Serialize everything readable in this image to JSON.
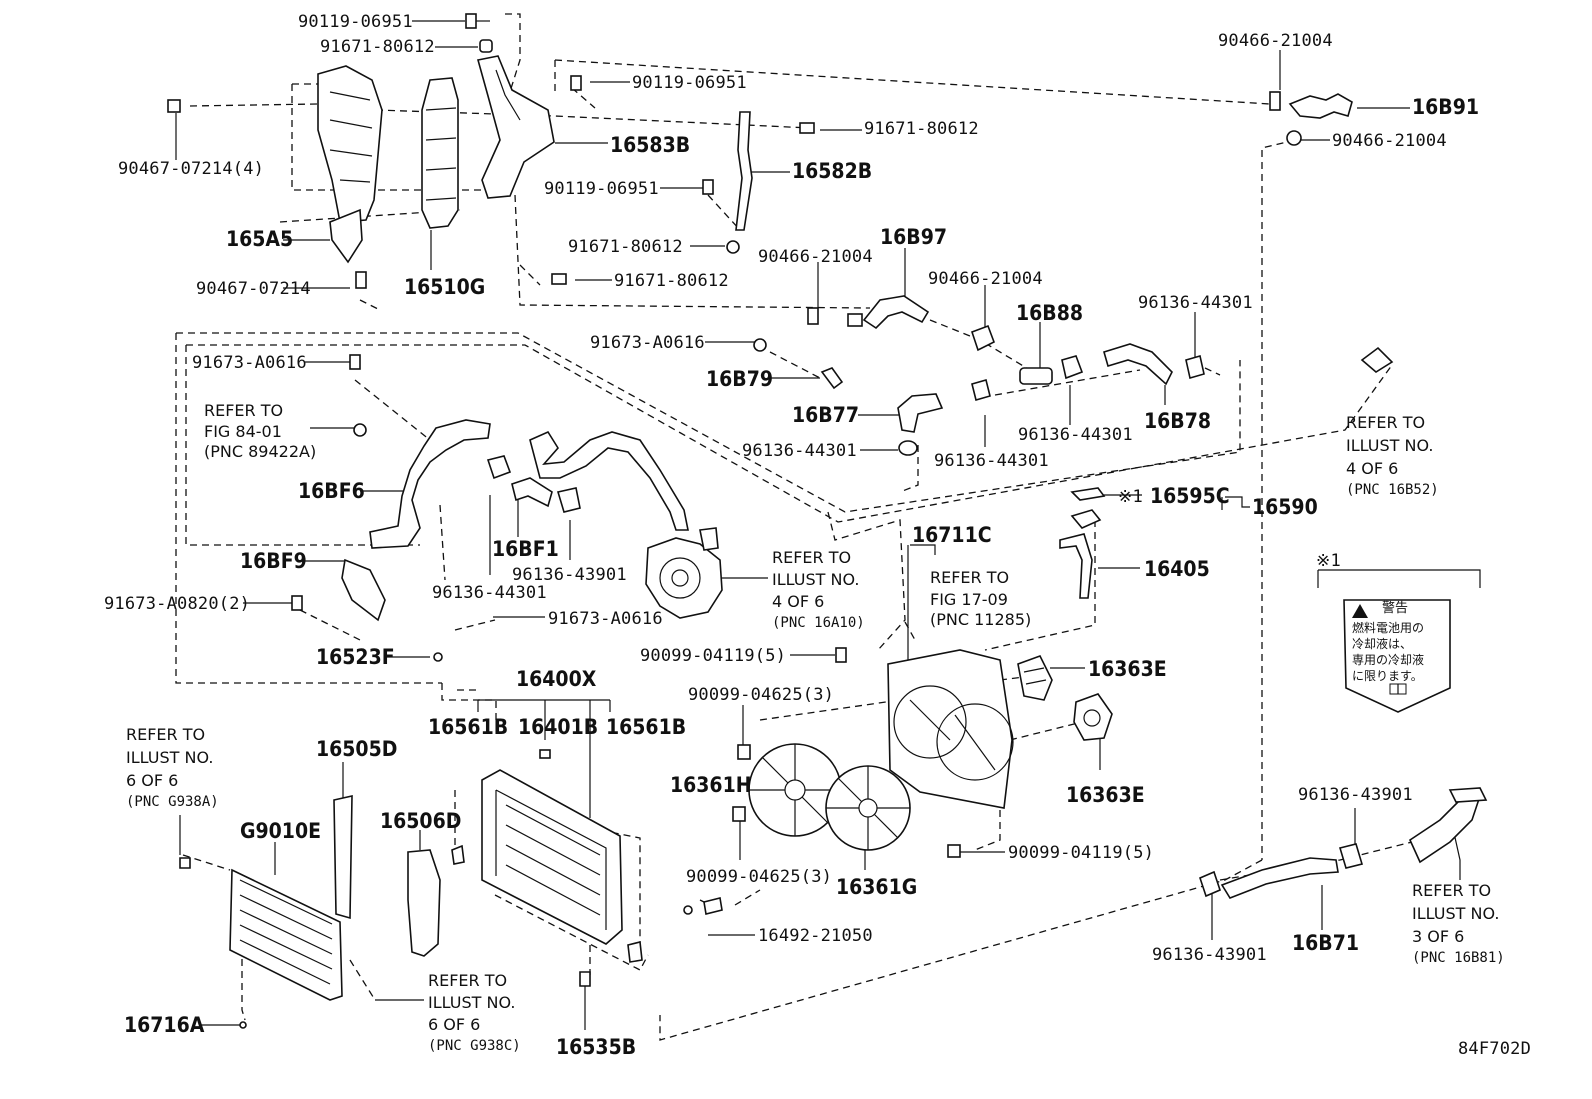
{
  "diagram_id": "84F702D",
  "callouts": {
    "c01": "90119-06951",
    "c02": "91671-80612",
    "c03": "90467-07214(4)",
    "c04": "16583B",
    "c05": "165A5",
    "c06": "90467-07214",
    "c07": "16510G",
    "c08": "90119-06951",
    "c09": "91671-80612",
    "c10": "16582B",
    "c11": "90119-06951",
    "c12": "91671-80612",
    "c13": "91671-80612",
    "c14": "90466-21004",
    "c15": "16B91",
    "c16": "90466-21004",
    "c17": "16B97",
    "c18": "90466-21004",
    "c19": "90466-21004",
    "c20": "16B88",
    "c21": "96136-44301",
    "c22": "91673-A0616",
    "c23": "16B79",
    "c24": "16B77",
    "c25": "96136-44301",
    "c26": "96136-44301",
    "c27": "96136-44301",
    "c28": "16B78",
    "c29": "91673-A0616",
    "c30": "16BF6",
    "c31": "16BF9",
    "c32": "91673-A0820(2)",
    "c33": "16523F",
    "c34": "16BF1",
    "c35": "96136-43901",
    "c36": "96136-44301",
    "c37": "91673-A0616",
    "c38": "16595C",
    "c39": "16590",
    "c40": "16711C",
    "c41": "16405",
    "c42": "90099-04119(5)",
    "c43": "16363E",
    "c44": "16363E",
    "c45": "16400X",
    "c46": "16561B",
    "c47": "16401B",
    "c48": "16561B",
    "c49": "90099-04625(3)",
    "c50": "16361H",
    "c51": "90099-04625(3)",
    "c52": "16361G",
    "c53": "90099-04119(5)",
    "c54": "16492-21050",
    "c55": "16505D",
    "c56": "G9010E",
    "c57": "16506D",
    "c58": "16716A",
    "c59": "16535B",
    "c60": "96136-43901",
    "c61": "96136-43901",
    "c62": "16B71",
    "note_mark": "※1",
    "note_mark_label": "※1"
  },
  "references": {
    "fig84": [
      "REFER TO",
      "FIG 84-01",
      "(PNC 89422A)"
    ],
    "illust16a10": [
      "REFER TO",
      "ILLUST NO.",
      "4 OF 6",
      "(PNC 16A10)"
    ],
    "fig17": [
      "REFER TO",
      "FIG 17-09",
      "(PNC 11285)"
    ],
    "illust16b52": [
      "REFER TO",
      "ILLUST NO.",
      "4 OF 6",
      "(PNC 16B52)"
    ],
    "illustg938a": [
      "REFER TO",
      "ILLUST NO.",
      "6 OF 6",
      "(PNC G938A)"
    ],
    "illustg938c": [
      "REFER TO",
      "ILLUST NO.",
      "6 OF 6",
      "(PNC G938C)"
    ],
    "illust16b81": [
      "REFER TO",
      "ILLUST NO.",
      "3 OF 6",
      "(PNC 16B81)"
    ]
  },
  "warning_label": {
    "heading": "警告",
    "lines": [
      "燃料電池用の",
      "冷却液は、",
      "専用の冷却液",
      "に限ります。"
    ]
  }
}
